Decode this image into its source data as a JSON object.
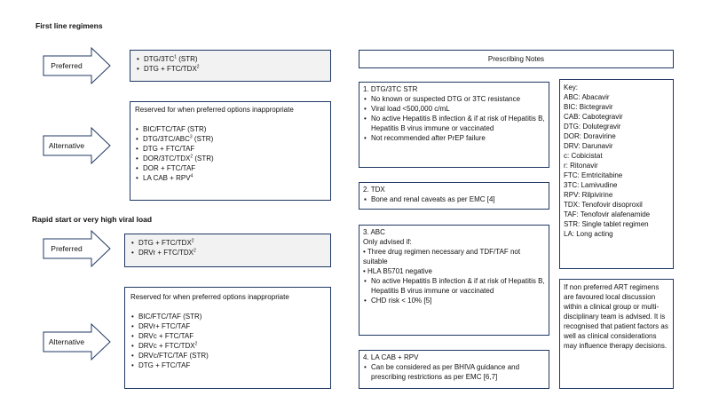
{
  "sections": {
    "first_line_title": "First line regimens",
    "rapid_start_title": "Rapid start or very high viral load"
  },
  "arrows": {
    "preferred_1": "Preferred",
    "alternative_1": "Alternative",
    "preferred_2": "Preferred",
    "alternative_2": "Alternative"
  },
  "first_line": {
    "preferred": [
      {
        "text": "DTG/3TC",
        "sup": "1",
        "after": " (STR)"
      },
      {
        "text": "DTG + FTC/TDX",
        "sup": "2",
        "after": ""
      }
    ],
    "alternative_intro": "Reserved for when preferred options inappropriate",
    "alternative": [
      {
        "text": "BIC/FTC/TAF (STR)",
        "sup": "",
        "after": ""
      },
      {
        "text": "DTG/3TC/ABC",
        "sup": "3",
        "after": " (STR)"
      },
      {
        "text": "DTG + FTC/TAF",
        "sup": "",
        "after": ""
      },
      {
        "text": "DOR/3TC/TDX",
        "sup": "2",
        "after": " (STR)"
      },
      {
        "text": "DOR + FTC/TAF",
        "sup": "",
        "after": ""
      },
      {
        "text": "LA CAB + RPV",
        "sup": "4",
        "after": ""
      }
    ]
  },
  "rapid_start": {
    "preferred": [
      {
        "text": "DTG + FTC/TDX",
        "sup": "2",
        "after": ""
      },
      {
        "text": "DRVr + FTC/TDX",
        "sup": "2",
        "after": ""
      }
    ],
    "alternative_intro": "Reserved for when preferred options inappropriate",
    "alternative": [
      {
        "text": "BIC/FTC/TAF (STR)",
        "sup": "",
        "after": ""
      },
      {
        "text": "DRVr+ FTC/TAF",
        "sup": "",
        "after": ""
      },
      {
        "text": "DRVc + FTC/TAF",
        "sup": "",
        "after": ""
      },
      {
        "text": "DRVc + FTC/TDX",
        "sup": "2",
        "after": ""
      },
      {
        "text": "DRVc/FTC/TAF (STR)",
        "sup": "",
        "after": ""
      },
      {
        "text": "DTG + FTC/TAF",
        "sup": "",
        "after": ""
      }
    ]
  },
  "notes": {
    "header": "Prescribing Notes",
    "dtg": {
      "title": "1. DTG/3TC STR",
      "items": [
        "No known or suspected DTG or 3TC resistance",
        "Viral load <500,000 c/mL",
        "No active Hepatitis B infection & if at risk of Hepatitis B, Hepatitis B virus immune or vaccinated",
        "Not recommended after PrEP failure"
      ]
    },
    "tdx": {
      "title": "2. TDX",
      "items": [
        "Bone and renal caveats as per EMC [4]"
      ]
    },
    "abc": {
      "title": "3. ABC",
      "intro": "Only advised if:",
      "dash_items": [
        "• Three drug regimen necessary and TDF/TAF not suitable",
        "• HLA B5701 negative"
      ],
      "items": [
        "No active Hepatitis B infection & if at risk of Hepatitis B, Hepatitis B virus immune or vaccinated",
        "CHD risk < 10% [5]"
      ]
    },
    "lacab": {
      "title": "4. LA CAB + RPV",
      "items": [
        "Can be considered as per BHIVA guidance and prescribing restrictions as per EMC [6,7]"
      ]
    }
  },
  "key": {
    "title": "Key:",
    "entries": [
      "ABC: Abacavir",
      "BIC: Bictegravir",
      "CAB: Cabotegravir",
      "DTG: Dolutegravir",
      "DOR: Doravirine",
      "DRV: Darunavir",
      "c: Cobicistat",
      "r: Ritonavir",
      "FTC: Emtricitabine",
      "3TC: Lamivudine",
      "RPV: Rilpivirine",
      "TDX: Tenofovir disoproxil",
      "TAF: Tenofovir alafenamide",
      "STR: Single tablet regimen",
      "LA: Long acting"
    ]
  },
  "non_preferred_note": "If non preferred ART regimens are favoured local discussion within a clinical group or multi-disciplinary team is advised. It is recognised that patient factors as well as clinical considerations may influence therapy decisions.",
  "colors": {
    "border": "#1f3864",
    "grey_fill": "#f2f2f2"
  }
}
